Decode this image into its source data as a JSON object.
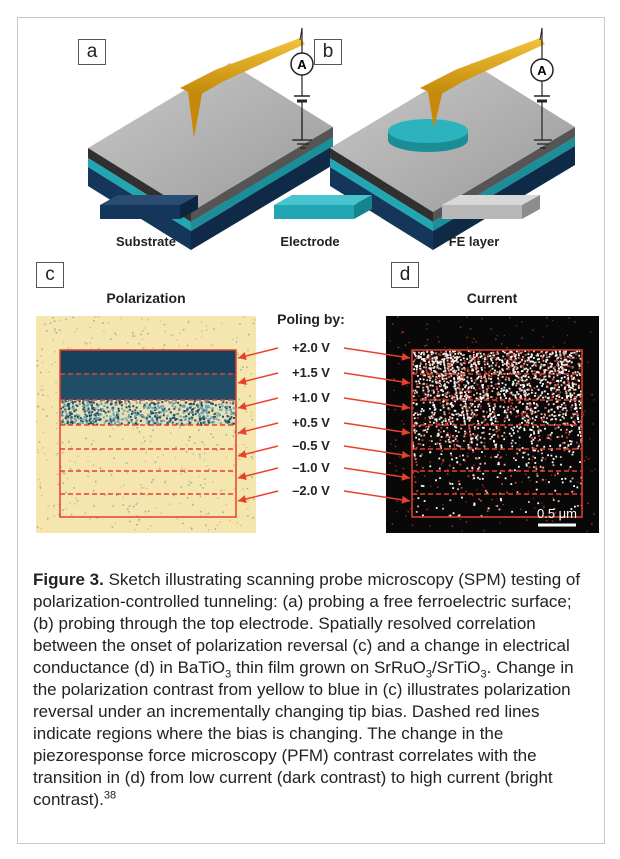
{
  "panels": {
    "a": "a",
    "b": "b",
    "c": "c",
    "d": "d"
  },
  "meter_symbol": "A",
  "legend": {
    "substrate": "Substrate",
    "electrode": "Electrode",
    "fe_layer": "FE layer"
  },
  "colors": {
    "substrate": "#14365a",
    "electrode": "#22a6b3",
    "fe_layer": "#b8b8b8",
    "tip": "#e0a410",
    "lines": "#e8402a",
    "polarization_bg": "#f5e6b0",
    "current_bg": "#080808"
  },
  "polarization_title": "Polarization",
  "current_title": "Current",
  "poling_title": "Poling by:",
  "voltages": [
    "+2.0 V",
    "+1.5 V",
    "+1.0 V",
    "+0.5 V",
    "–0.5 V",
    "–1.0 V",
    "–2.0 V"
  ],
  "scale_bar": "0.5 μm",
  "caption": {
    "label": "Figure 3.",
    "p1": " Sketch illustrating scanning probe microscopy (SPM) testing of polarization-controlled tunneling: (a) probing a free ferroelectric surface; (b) probing through the top electrode. Spatially resolved correlation between the onset of polarization reversal (c) and a change in electrical conductance (d) in BaTiO",
    "sub1": "3",
    "p2": " thin film grown on SrRuO",
    "sub2": "3",
    "p3": "/SrTiO",
    "sub3": "3",
    "p4": ". Change in the polarization contrast from yellow to blue in (c) illustrates polarization reversal under an incrementally changing tip bias. Dashed red lines indicate regions where the bias is changing. The change in the piezoresponse force microscopy (PFM) contrast correlates with the transition in (d) from low current (dark contrast) to high current (bright contrast).",
    "ref": "38"
  }
}
